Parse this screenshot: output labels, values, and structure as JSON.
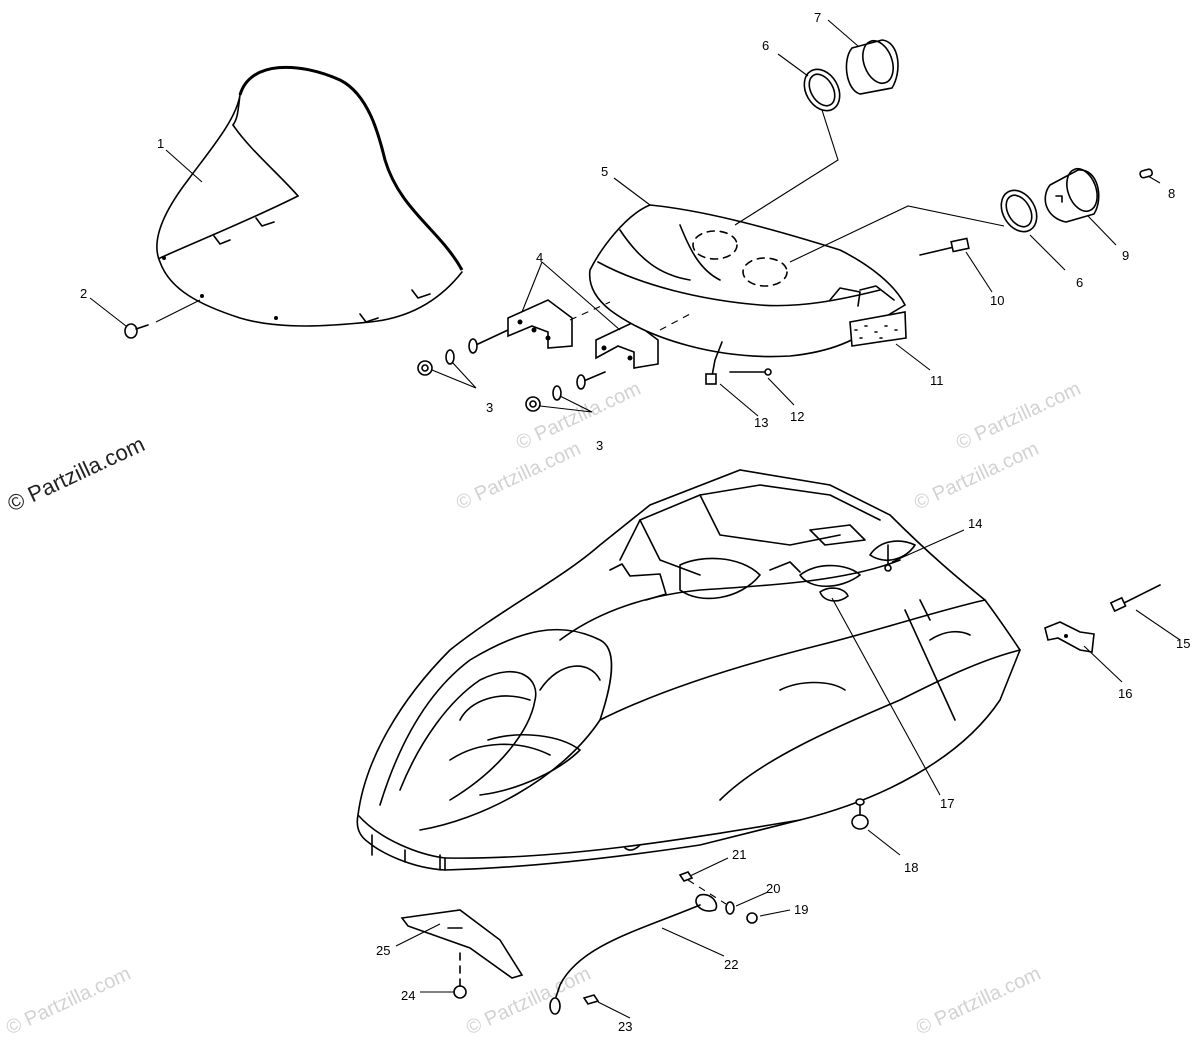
{
  "watermarks": {
    "main": "© Partzilla.com",
    "faint": "© Partzilla.com"
  },
  "callouts": {
    "c1": "1",
    "c2": "2",
    "c3a": "3",
    "c3b": "3",
    "c4": "4",
    "c5": "5",
    "c6a": "6",
    "c6b": "6",
    "c7": "7",
    "c8": "8",
    "c9": "9",
    "c10": "10",
    "c11": "11",
    "c12": "12",
    "c13": "13",
    "c14": "14",
    "c15": "15",
    "c16": "16",
    "c17": "17",
    "c18": "18",
    "c19": "19",
    "c20": "20",
    "c21": "21",
    "c22": "22",
    "c23": "23",
    "c24": "24",
    "c25": "25"
  }
}
